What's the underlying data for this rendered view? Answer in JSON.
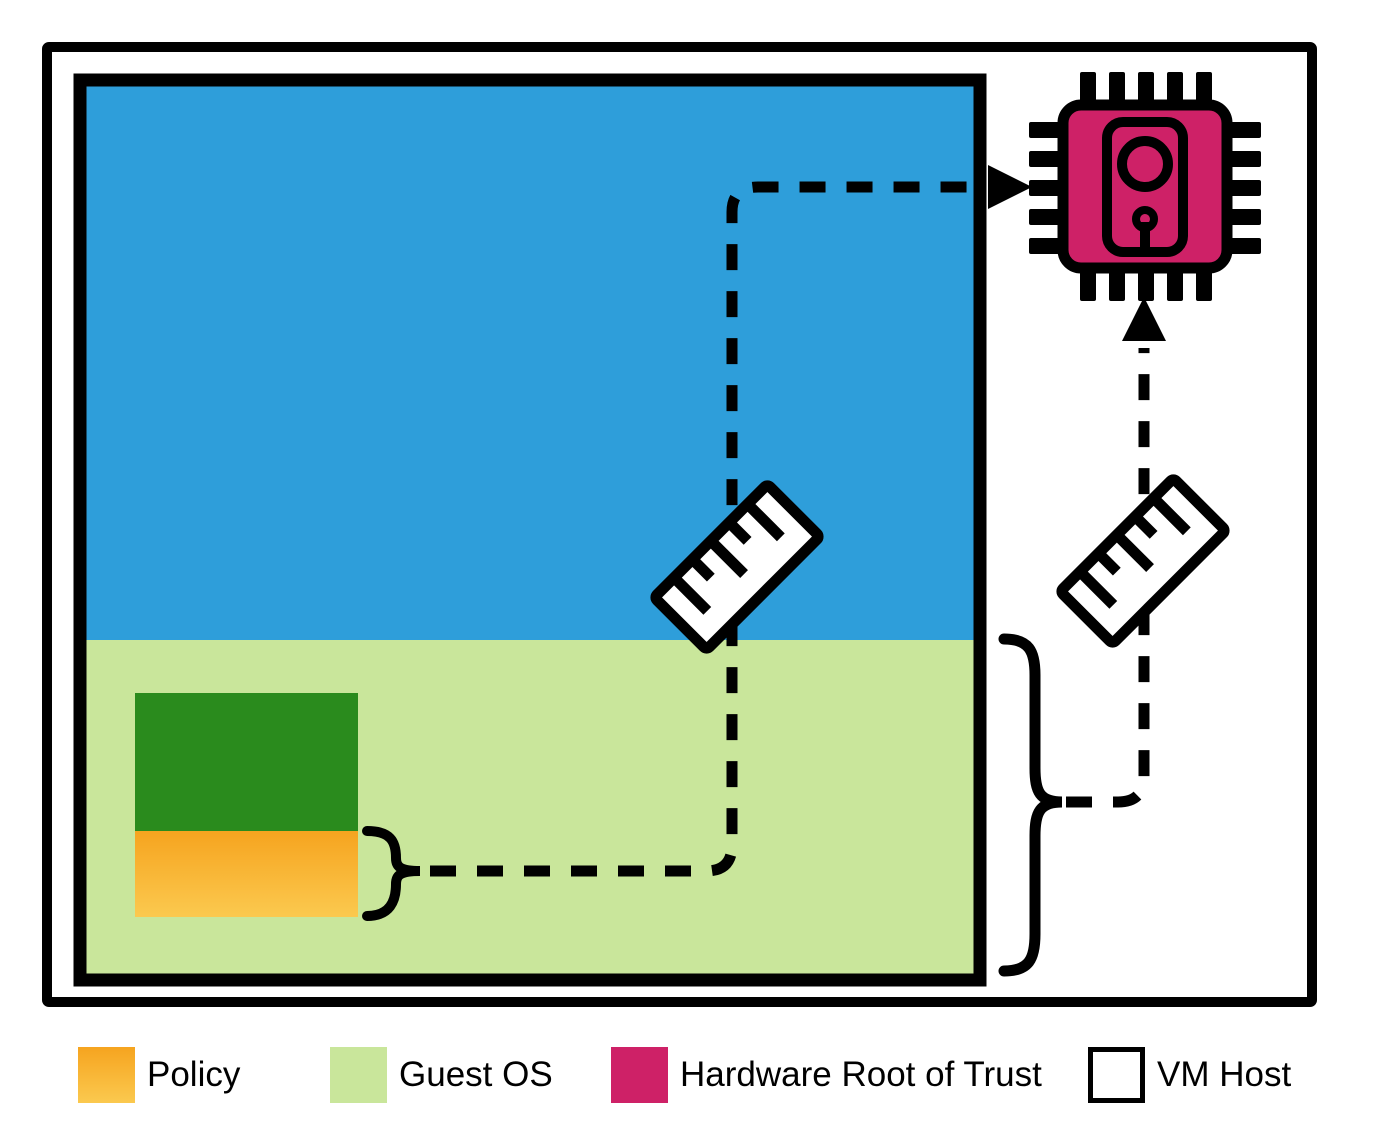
{
  "legend": {
    "items": [
      {
        "label": "Policy",
        "swatch_color_top": "#F6A41F",
        "swatch_color_bottom": "#FBC94F"
      },
      {
        "label": "Guest OS",
        "swatch_color": "#C9E69B"
      },
      {
        "label": "Hardware Root of Trust",
        "swatch_color": "#CE2167"
      },
      {
        "label": "VM Host",
        "swatch_color": "#FFFFFF",
        "swatch_border_color": "#000000"
      }
    ]
  },
  "colors": {
    "blue_region": "#2E9EDA",
    "guest_os_region": "#C9E69B",
    "dark_green_box": "#2A8B1D",
    "policy_top": "#F6A41F",
    "policy_bottom": "#FBC94F",
    "hardware_root_of_trust": "#CE2167",
    "outline": "#000000",
    "background": "#FFFFFF"
  },
  "icons": {
    "ruler": "diagonal-ruler-with-tick-marks",
    "hardware_root_of_trust_chip": "chip-with-keyhole-plate",
    "connector": "dashed-arrow",
    "brace": "curly-brace"
  }
}
